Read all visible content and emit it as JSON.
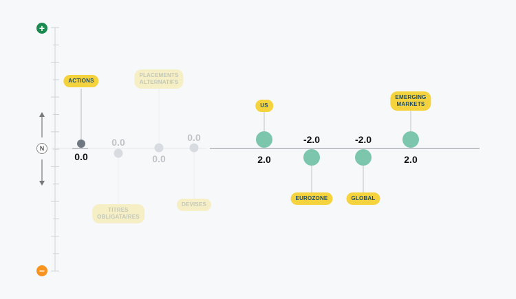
{
  "scale": {
    "plus_symbol": "+",
    "minus_symbol": "−",
    "neutral_symbol": "N"
  },
  "chart_data": {
    "type": "scatter",
    "ylim": [
      -2.0,
      2.0
    ],
    "grid": false,
    "groups": [
      {
        "label": "ACTIONS",
        "value": 0.0,
        "active": true,
        "color": "#6f7780"
      },
      {
        "label": "TITRES\nOBLIGATAIRES",
        "value": 0.0,
        "active": false,
        "color": "#d8dbdf"
      },
      {
        "label": "PLACEMENTS\nALTERNATIFS",
        "value": 0.0,
        "active": false,
        "color": "#d8dbdf"
      },
      {
        "label": "DEVISES",
        "value": 0.0,
        "active": false,
        "color": "#d8dbdf"
      }
    ],
    "items": [
      {
        "label": "US",
        "value": 2.0,
        "color": "#7cc6ad"
      },
      {
        "label": "EUROZONE",
        "value": -2.0,
        "color": "#7cc6ad"
      },
      {
        "label": "GLOBAL",
        "value": -2.0,
        "color": "#7cc6ad"
      },
      {
        "label": "EMERGING\nMARKETS",
        "value": 2.0,
        "color": "#7cc6ad"
      }
    ],
    "value_format": "0.0"
  }
}
